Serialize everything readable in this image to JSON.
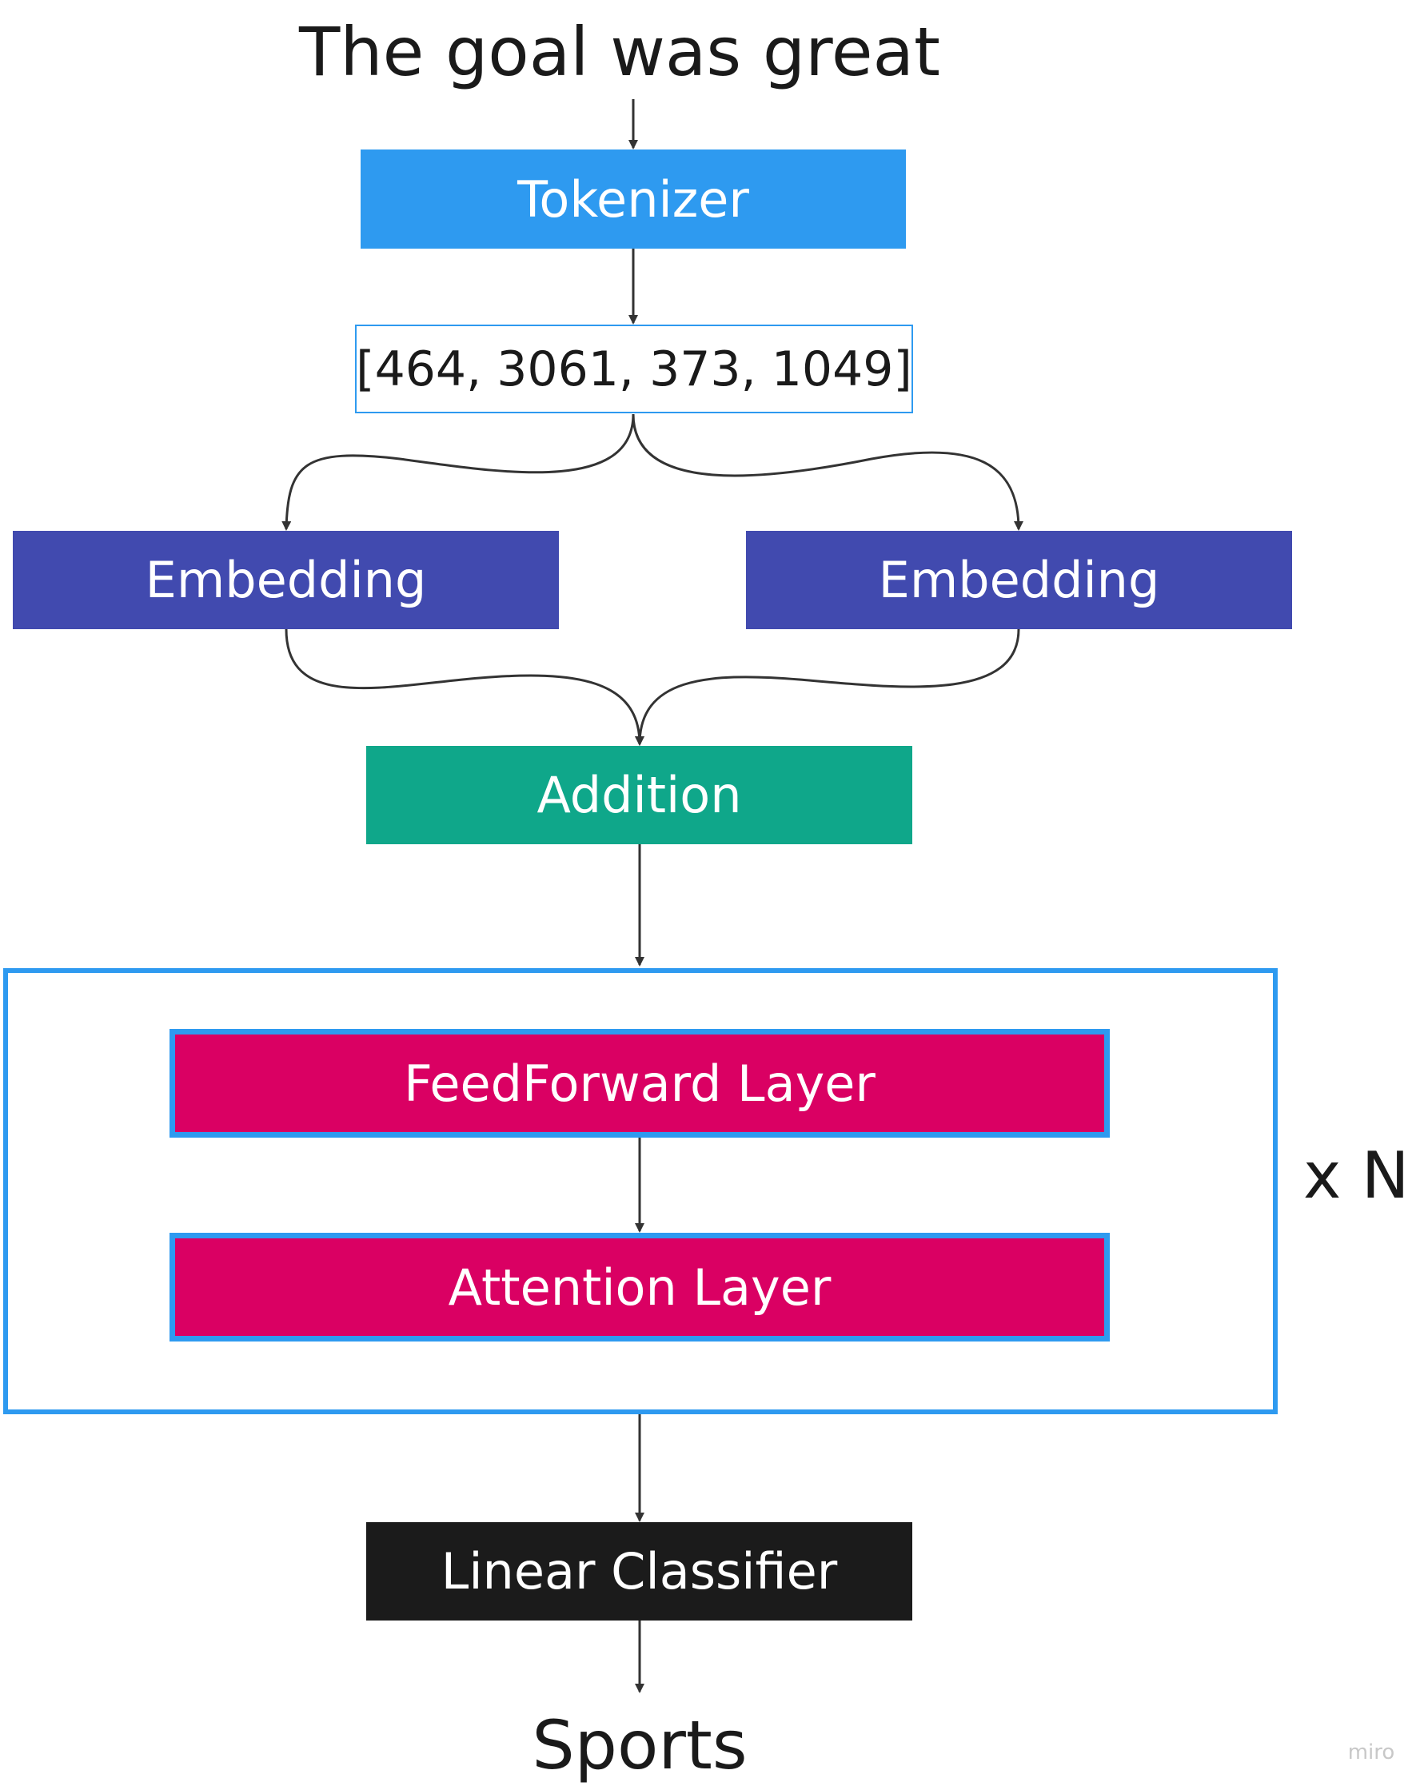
{
  "input": {
    "text": "The goal was great"
  },
  "nodes": {
    "tokenizer": {
      "label": "Tokenizer",
      "color": "#2e9af0"
    },
    "token_ids": {
      "label": "[464, 3061, 373, 1049]",
      "border_color": "#2e9af0"
    },
    "embedding_left": {
      "label": "Embedding",
      "color": "#414aaf"
    },
    "embedding_right": {
      "label": "Embedding",
      "color": "#414aaf"
    },
    "addition": {
      "label": "Addition",
      "color": "#0fa78a"
    },
    "feedforward": {
      "label": "FeedForward Layer",
      "color": "#da0063",
      "border_color": "#2e9af0"
    },
    "attention": {
      "label": "Attention Layer",
      "color": "#da0063",
      "border_color": "#2e9af0"
    },
    "classifier": {
      "label": "Linear Classifier",
      "color": "#1b1b1b"
    }
  },
  "repeat_block": {
    "label": "x N",
    "border_color": "#2e9af0"
  },
  "output": {
    "text": "Sports"
  },
  "watermark": {
    "text": "miro"
  },
  "edges": [
    {
      "from": "input",
      "to": "tokenizer"
    },
    {
      "from": "tokenizer",
      "to": "token_ids"
    },
    {
      "from": "token_ids",
      "to": "embedding_left"
    },
    {
      "from": "token_ids",
      "to": "embedding_right"
    },
    {
      "from": "embedding_left",
      "to": "addition"
    },
    {
      "from": "embedding_right",
      "to": "addition"
    },
    {
      "from": "addition",
      "to": "repeat_block"
    },
    {
      "from": "feedforward",
      "to": "attention"
    },
    {
      "from": "repeat_block",
      "to": "classifier"
    },
    {
      "from": "classifier",
      "to": "output"
    }
  ],
  "colors": {
    "arrow": "#333333",
    "text": "#1a1a1a"
  }
}
